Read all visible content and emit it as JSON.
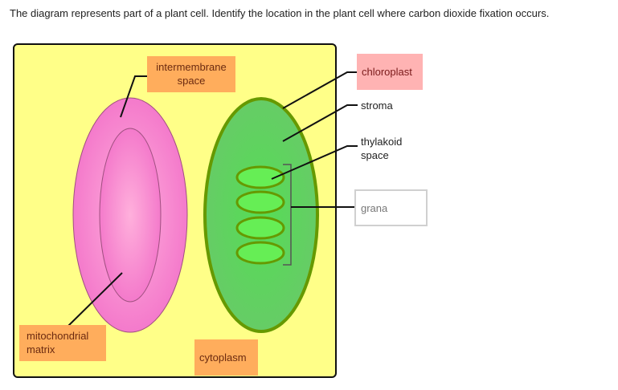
{
  "question": "The diagram represents part of a plant cell. Identify the location in the plant cell where carbon dioxide fixation occurs.",
  "labels": {
    "intermembrane_space": "intermembrane space",
    "chloroplast": "chloroplast",
    "stroma": "stroma",
    "thylakoid_space": "thylakoid space",
    "grana": "grana",
    "mitochondrial_matrix": "mitochondrial matrix",
    "cytoplasm": "cytoplasm"
  },
  "colors": {
    "cytoplasm": "#ffff88",
    "mitochondrion": "#f27ac8",
    "chloroplast": "#66cc66",
    "chloroplast_border": "#669900",
    "thylakoid": "#66ee55",
    "label_orange": "#ffad5c",
    "label_pink": "#ffb3b3"
  }
}
